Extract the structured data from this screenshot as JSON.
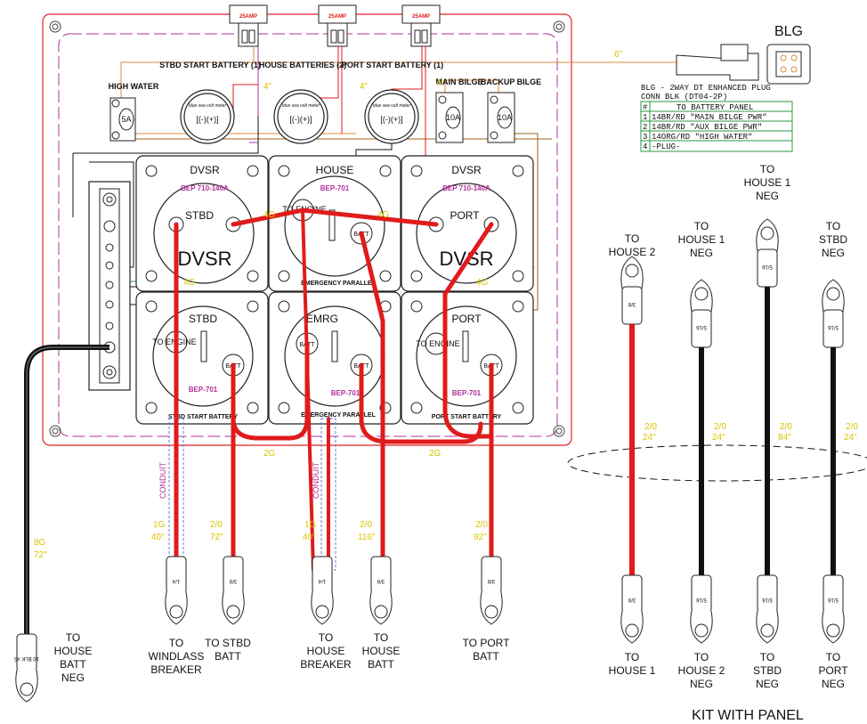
{
  "fuses": [
    "25AMP",
    "25AMP",
    "25AMP"
  ],
  "breakers": {
    "high_water": {
      "title": "HIGH WATER",
      "amp": "5A"
    },
    "main_bilge": {
      "title": "MAIN BILGE",
      "amp": "10A"
    },
    "backup_bilge": {
      "title": "BACKUP BILGE",
      "amp": "10A"
    }
  },
  "meters": [
    {
      "title": "STBD START BATTERY (1)",
      "brand": "blue sea volt meter",
      "terms": "[(-)(+)]"
    },
    {
      "title": "HOUSE BATTERIES (2)",
      "brand": "blue sea volt meter",
      "terms": "[(-)(+)]"
    },
    {
      "title": "PORT START BATTERY (1)",
      "brand": "blue sea volt meter",
      "terms": "[(-)(+)]"
    }
  ],
  "top_modules": [
    {
      "head": "DVSR",
      "model": "BEP 710-140A",
      "label": "STBD",
      "big": "DVSR"
    },
    {
      "head": "HOUSE",
      "model": "BEP-701",
      "to_engine": "TO ENGINE",
      "batt": "BATT",
      "caption": "EMERGENCY PARALLEL"
    },
    {
      "head": "DVSR",
      "model": "BEP 710-140A",
      "label": "PORT",
      "big": "DVSR"
    }
  ],
  "bottom_modules": [
    {
      "head": "STBD",
      "to_engine": "TO ENGINE",
      "batt": "BATT",
      "model": "BEP-701",
      "caption": "STBD START BATTERY"
    },
    {
      "head": "EMRG",
      "batt1": "BATT",
      "batt2": "BATT",
      "model": "BEP-701",
      "caption": "EMERGENCY PARALLEL"
    },
    {
      "head": "PORT",
      "to_engine": "TO ENGINE",
      "batt": "BATT",
      "model": "BEP-701",
      "caption": "PORT START BATTERY"
    }
  ],
  "blg": {
    "title": "BLG",
    "desc1": "BLG - 2WAY DT ENHANCED PLUG",
    "desc2": "CONN BLK (DT04-2P)",
    "table_header": {
      "num": "#",
      "name": "TO BATTERY PANEL"
    },
    "rows": [
      {
        "num": "1",
        "name": "14BR/RD \"MAIN BILGE PWR\""
      },
      {
        "num": "2",
        "name": "14BR/RD \"AUX BILGE PWR\""
      },
      {
        "num": "3",
        "name": "14ORG/RD \"HIGH WATER\""
      },
      {
        "num": "4",
        "name": "-PLUG-"
      }
    ]
  },
  "wire_labels": {
    "six": "6\"",
    "four_a": "4\"",
    "four_b": "4\"",
    "four_c": "4\"",
    "g4_left": "4G",
    "g4_right": "4G",
    "g4_mid_left": "4G",
    "g4_mid_right": "4G",
    "g2_left": "2G",
    "g2_right": "2G",
    "conduit1": "CONDUIT",
    "conduit2": "CONDUIT",
    "neg_gauge": "8G",
    "neg_len": "72\"",
    "windlass_gauge": "1G",
    "windlass_len": "40\"",
    "stbd_gauge": "2/0",
    "stbd_len": "72\"",
    "hbreaker_gauge": "1G",
    "hbreaker_len": "40\"",
    "hbatt_gauge": "2/0",
    "hbatt_len": "116\"",
    "port_gauge": "2/0",
    "port_len": "92\""
  },
  "panel_destinations": [
    {
      "lines": [
        "TO",
        "HOUSE",
        "BATT",
        "NEG"
      ],
      "lug": "10 BLK #5"
    },
    {
      "lines": [
        "TO",
        "WINDLASS",
        "BREAKER"
      ],
      "lug": "1/4"
    },
    {
      "lines": [
        "TO STBD",
        "BATT"
      ],
      "lug": "3/8"
    },
    {
      "lines": [
        "TO",
        "HOUSE",
        "BREAKER"
      ],
      "lug": "1/4"
    },
    {
      "lines": [
        "TO",
        "HOUSE",
        "BATT"
      ],
      "lug": "3/8"
    },
    {
      "lines": [
        "TO PORT",
        "BATT"
      ],
      "lug": "3/8"
    }
  ],
  "kit": {
    "title": "KIT WITH PANEL",
    "cables": [
      {
        "top": [
          "TO",
          "HOUSE 2"
        ],
        "bottom": [
          "TO",
          "HOUSE 1"
        ],
        "gauge": "2/0",
        "len": "24\"",
        "color": "#e01b1b",
        "top_lug": "3/8",
        "bot_lug": "3/8"
      },
      {
        "top": [
          "TO",
          "HOUSE 1",
          "NEG"
        ],
        "bottom": [
          "TO",
          "HOUSE 2",
          "NEG"
        ],
        "gauge": "2/0",
        "len": "24\"",
        "color": "#111111",
        "top_lug": "5/16",
        "bot_lug": "5/16"
      },
      {
        "top": [
          "TO",
          "HOUSE 1",
          "NEG"
        ],
        "bottom": [
          "TO",
          "STBD",
          "NEG"
        ],
        "gauge": "2/0",
        "len": "84\"",
        "color": "#111111",
        "top_lug": "5/16",
        "bot_lug": "5/16"
      },
      {
        "top": [
          "TO",
          "STBD",
          "NEG"
        ],
        "bottom": [
          "TO",
          "PORT",
          "NEG"
        ],
        "gauge": "2/0",
        "len": "24\"",
        "color": "#111111",
        "top_lug": "5/16",
        "bot_lug": "5/16"
      }
    ]
  },
  "colors": {
    "red": "#e01b1b",
    "magenta": "#b0309a",
    "yellow": "#d8c400",
    "brown": "#a0601a",
    "orange": "#e08a3a",
    "green": "#2a9a3a"
  }
}
